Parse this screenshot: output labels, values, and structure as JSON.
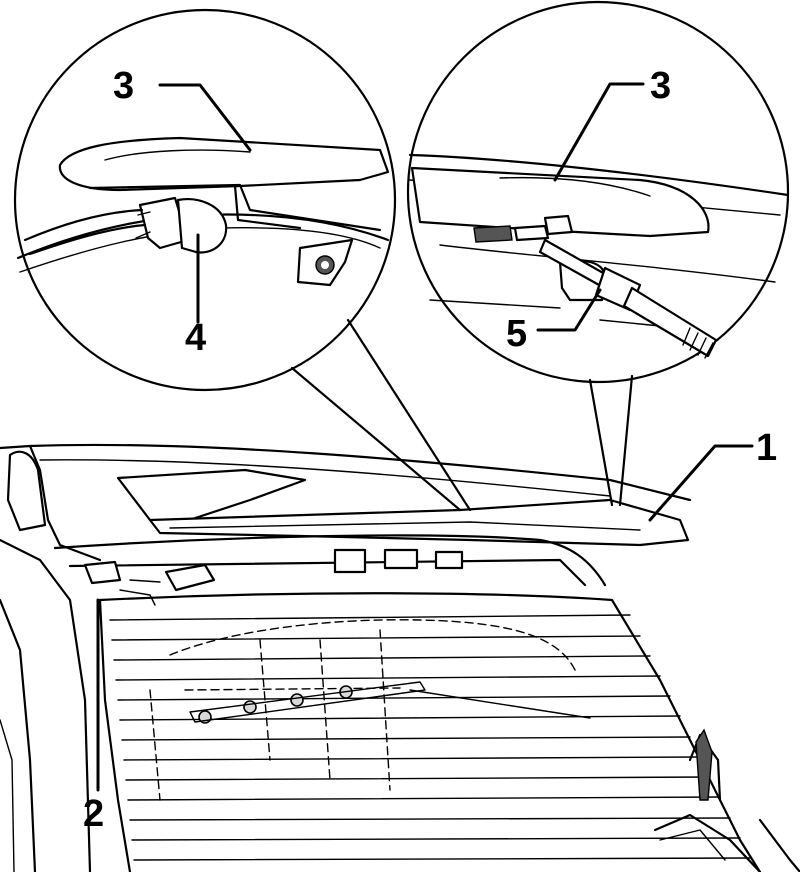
{
  "callouts": {
    "spoiler": "1",
    "wiring_point": "2",
    "brake_light_left": "3",
    "brake_light_right": "3",
    "connector": "4",
    "tool": "5"
  },
  "colors": {
    "line": "#000000",
    "background": "#ffffff"
  }
}
